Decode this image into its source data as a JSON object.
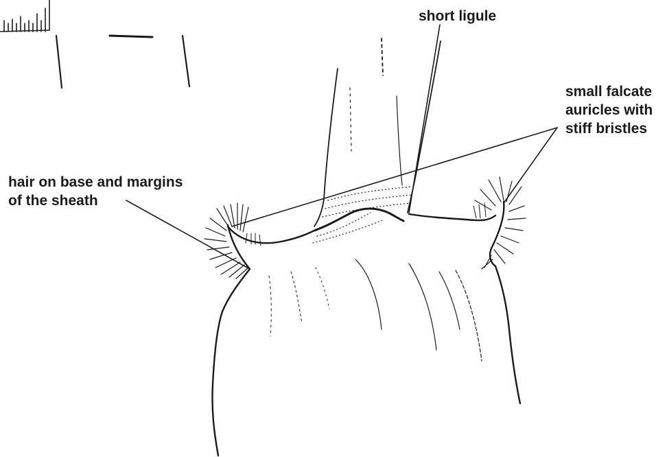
{
  "labels": {
    "short_ligule": "short ligule",
    "auricles": [
      "small falcate",
      "auricles with",
      "stiff bristles"
    ],
    "hair": [
      "hair on base and margins",
      "of the sheath"
    ]
  },
  "colors": {
    "ink": "#1a1a1a",
    "background": "#ffffff"
  }
}
